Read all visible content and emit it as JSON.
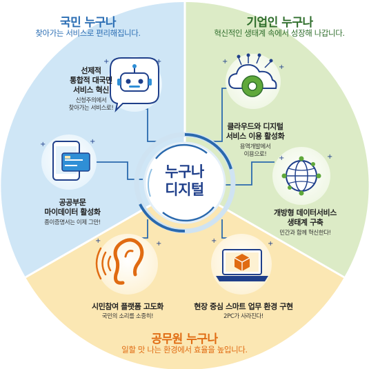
{
  "center": {
    "line1": "누구나",
    "line2": "디지털"
  },
  "sectors": {
    "citizen": {
      "title": "국민 누구나",
      "subtitle": "찾아가는 서비스로 편리해집니다.",
      "color": "#2a6db3",
      "bg": "#cfe6f6"
    },
    "business": {
      "title": "기업인 누구나",
      "subtitle": "혁신적인 생태계 속에서 성장해 나갑니다.",
      "color": "#2f6e2c",
      "bg": "#dcebc6"
    },
    "public": {
      "title": "공무원 누구나",
      "subtitle": "일할 맛 나는 환경에서 효율을 높입니다.",
      "color": "#e06b12",
      "bg": "#fbe7b3"
    }
  },
  "cards": [
    {
      "id": "robot",
      "icon": "robot-chat-icon",
      "title": [
        "선제적",
        "통합적 대국민",
        "서비스 혁신"
      ],
      "sub": [
        "신청주의에서",
        "찾아가는 서비스로!"
      ]
    },
    {
      "id": "cloud",
      "icon": "cloud-gear-icon",
      "title": [
        "클라우드와 디지털",
        "서비스 이용 활성화"
      ],
      "sub": [
        "용역개발에서",
        "이용으로!"
      ]
    },
    {
      "id": "wallet",
      "icon": "mobile-card-icon",
      "title": [
        "공공부문",
        "마이데이터 활성화"
      ],
      "sub": [
        "종이증명서는 이제 그만!"
      ]
    },
    {
      "id": "globe",
      "icon": "network-globe-icon",
      "title": [
        "개방형 데이터서비스",
        "생태계 구축"
      ],
      "sub": [
        "민간과 함께 혁신한다!"
      ]
    },
    {
      "id": "ear",
      "icon": "ear-listening-icon",
      "title": [
        "시민참여 플랫폼 고도화"
      ],
      "sub": [
        "국민의 소리를 소중히!"
      ]
    },
    {
      "id": "laptop",
      "icon": "laptop-box-icon",
      "title": [
        "현장 중심 스마트 업무 환경 구현"
      ],
      "sub": [
        "2PC가 사라진다!"
      ]
    }
  ]
}
